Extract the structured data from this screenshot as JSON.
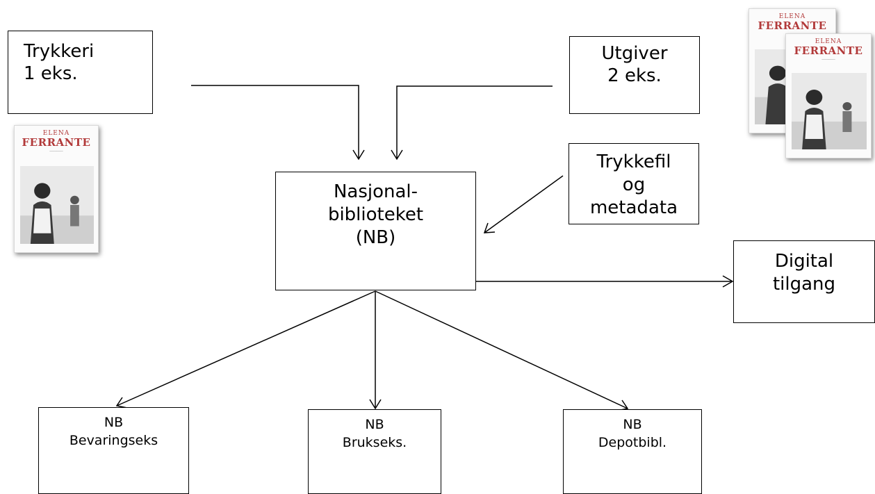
{
  "nodes": {
    "trykkeri": {
      "line1": "Trykkeri",
      "line2": "1 eks."
    },
    "utgiver": {
      "line1": "Utgiver",
      "line2": "2 eks."
    },
    "trykkefil": {
      "line1": "Trykkefil",
      "line2": "og",
      "line3": "metadata"
    },
    "nb": {
      "line1": "Nasjonal-",
      "line2": "biblioteket",
      "line3": "(NB)"
    },
    "digital": {
      "line1": "Digital",
      "line2": "tilgang"
    },
    "bevaring": {
      "line1": "NB",
      "line2": "Bevaringseks"
    },
    "bruks": {
      "line1": "NB",
      "line2": "Brukseks."
    },
    "depot": {
      "line1": "NB",
      "line2": "Depotbibl."
    }
  },
  "book_cover": {
    "author_first": "ELENA",
    "author_last": "FERRANTE"
  },
  "colors": {
    "stroke": "#000000",
    "cover_title": "#b23a3a"
  },
  "icons": [
    "book-cover-icon"
  ]
}
